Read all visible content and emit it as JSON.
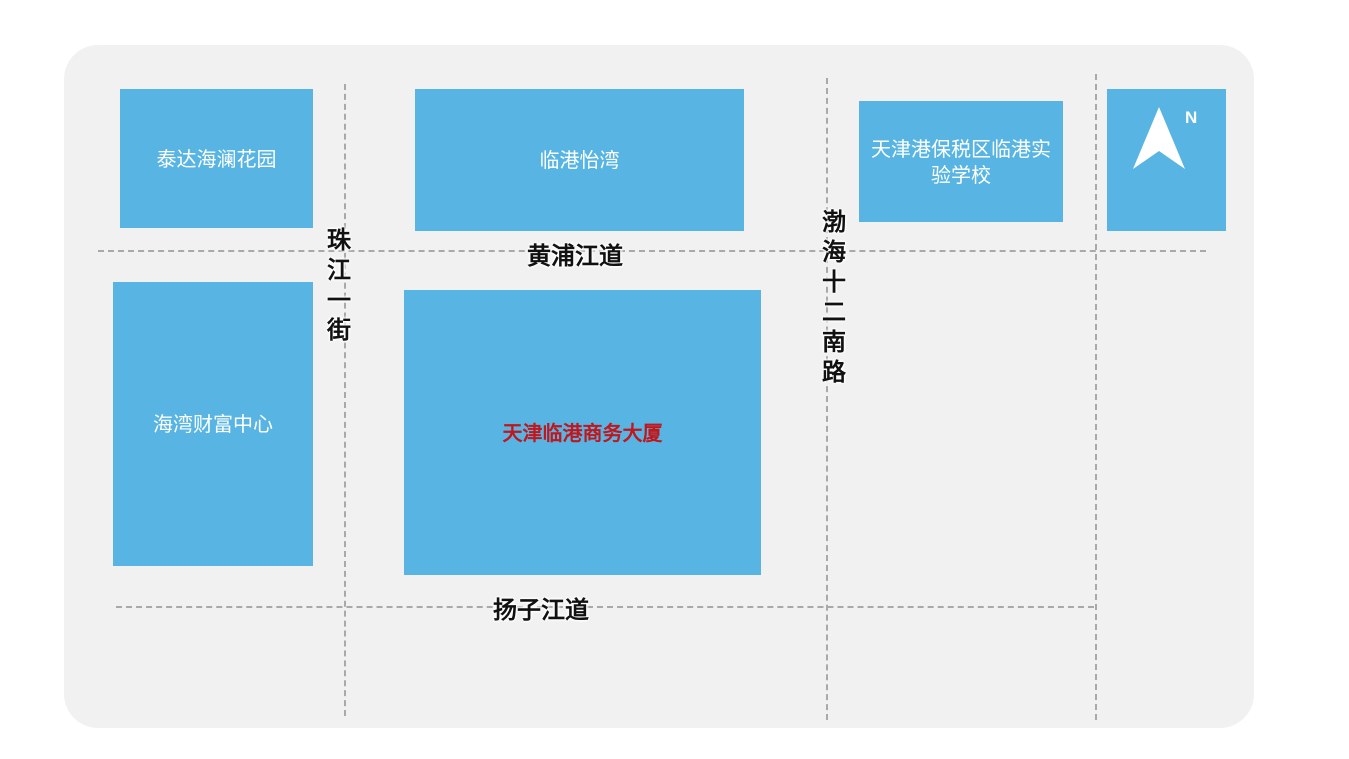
{
  "blocks": {
    "taida": "泰达海澜花园",
    "lingang_yiwan": "临港怡湾",
    "school": "天津港保税区临港实验学校",
    "haiwan": "海湾财富中心",
    "target": "天津临港商务大厦"
  },
  "roads": {
    "huangpu": "黄浦江道",
    "zhujiang": "珠江一街",
    "bohai": "渤海十二南路",
    "yangzi": "扬子江道"
  },
  "compass": {
    "label": "N",
    "icon": "north-arrow-icon"
  },
  "colors": {
    "panel_bg": "#f1f1f1",
    "block_fill": "#58b5e3",
    "target_text": "#c0161c",
    "road_line": "#a9a9a9"
  }
}
